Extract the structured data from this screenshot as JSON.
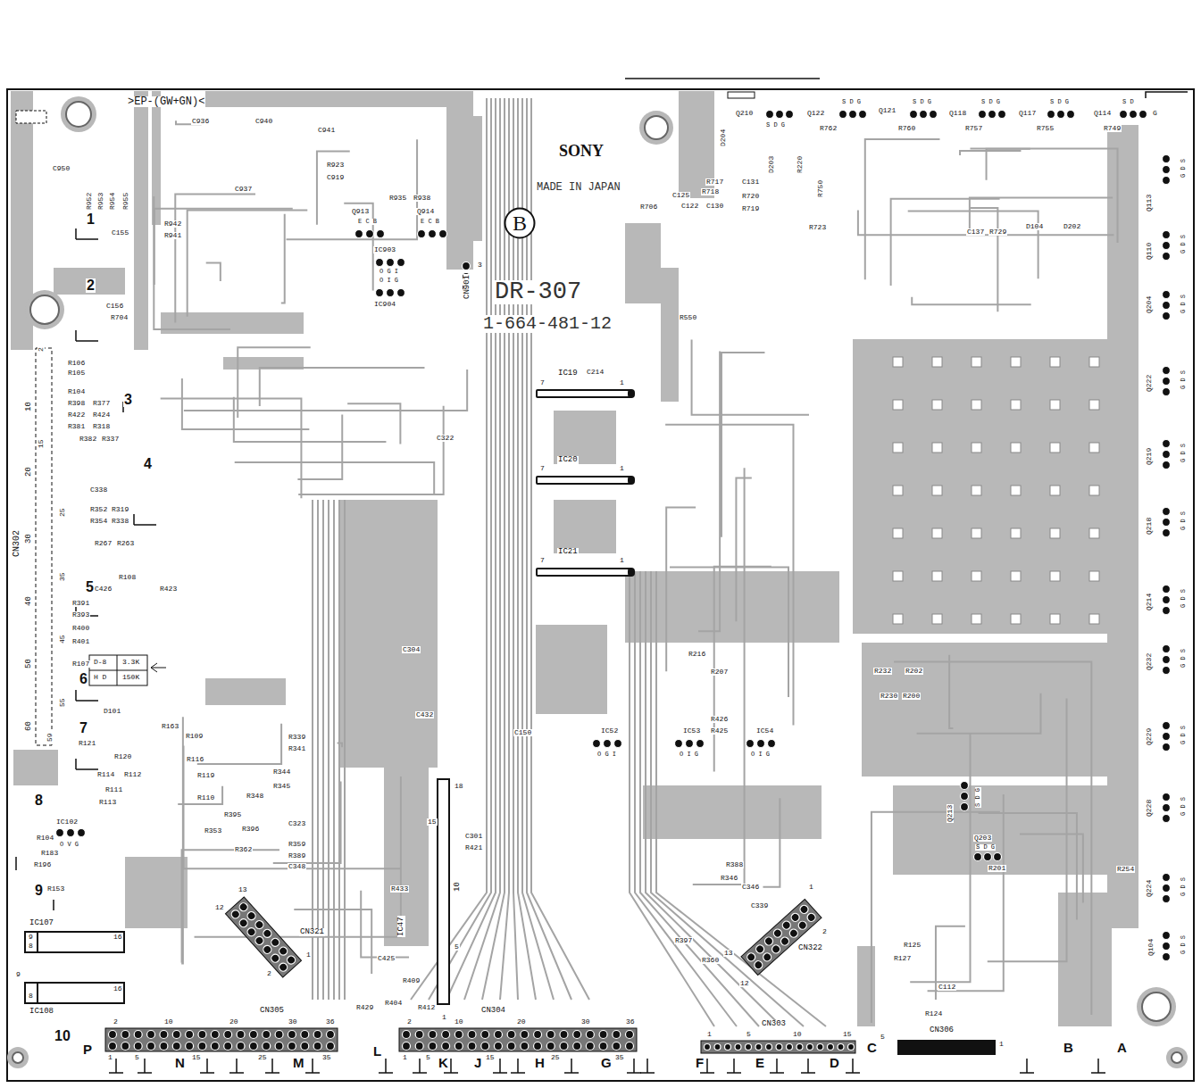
{
  "diagram": {
    "nodes": [
      {
        "text": [
          "B"
        ]
      },
      {
        "text": [
          "IC19"
        ]
      },
      {
        "text": [
          "IC20"
        ]
      },
      {
        "text": [
          "IC21"
        ]
      },
      {
        "text": [
          "IC107"
        ]
      },
      {
        "text": [
          "IC108"
        ]
      },
      {
        "text": [
          "CN306"
        ]
      }
    ],
    "labels": [
      ">EP-(GW+GN)<",
      "SONY",
      "MADE IN JAPAN",
      "DR-307",
      "1-664-481-12",
      "CN302",
      "1",
      "2",
      "3",
      "4",
      "5",
      "6",
      "7",
      "8",
      "9",
      "10",
      "P",
      "N",
      "M",
      "L",
      "K",
      "J",
      "H",
      "G",
      "F",
      "E",
      "D",
      "C",
      "B",
      "A",
      "CN305",
      "CN304",
      "CN303",
      "CN321",
      "CN322",
      "CN901",
      "2",
      "10",
      "20",
      "30",
      "36",
      "1",
      "5",
      "15",
      "25",
      "35",
      "2",
      "10",
      "20",
      "30",
      "36",
      "1",
      "5",
      "15",
      "25",
      "35",
      "1",
      "5",
      "10",
      "15",
      "5",
      "1",
      "7",
      "1",
      "7",
      "1",
      "7",
      "1",
      "Q210",
      "S D G",
      "Q122",
      "S D G",
      "Q121",
      "S D G",
      "Q118",
      "S D G",
      "Q117",
      "S D G",
      "Q114",
      "S D",
      "G",
      "Q113",
      "Q110",
      "Q204",
      "Q222",
      "Q219",
      "Q218",
      "Q214",
      "Q232",
      "Q229",
      "Q228",
      "Q224",
      "Q104",
      "G D S",
      "G D S",
      "G D S",
      "G D S",
      "G D S",
      "G D S",
      "G D S",
      "G D S",
      "G D S",
      "G D S",
      "G D S",
      "G D S",
      "Q913",
      "E C B",
      "Q914",
      "E C B",
      "IC903",
      "O G I",
      "O I G",
      "IC904",
      "IC52",
      "O G I",
      "IC53",
      "O I G",
      "IC54",
      "O I G",
      "IC102",
      "O V G",
      "9",
      "8",
      "16",
      "9",
      "8",
      "16",
      "IC47",
      "18",
      "15",
      "10",
      "5",
      "1",
      "Q213",
      "S D G",
      "Q203",
      "S D G",
      "D-8",
      "3.3K",
      "H D",
      "150K",
      "2",
      "10",
      "15",
      "20",
      "25",
      "30",
      "35",
      "40",
      "45",
      "50",
      "55",
      "60",
      "59",
      "13",
      "12",
      "2",
      "1",
      "1",
      "2",
      "13",
      "12",
      "3",
      "C950",
      "C155",
      "C156",
      "R704",
      "R106",
      "R105",
      "R104",
      "R398",
      "R422",
      "R381",
      "R377",
      "R424",
      "R318",
      "R382",
      "R337",
      "C338",
      "R352",
      "R319",
      "R354",
      "R338",
      "R267",
      "R263",
      "R108",
      "C426",
      "R423",
      "R391",
      "R393",
      "R400",
      "R401",
      "R107",
      "D101",
      "R121",
      "R120",
      "R114",
      "R112",
      "R111",
      "R113",
      "R104",
      "R183",
      "R196",
      "R153",
      "R163",
      "R109",
      "R116",
      "R119",
      "R110",
      "R339",
      "R341",
      "R344",
      "R345",
      "R348",
      "R395",
      "R396",
      "R353",
      "R362",
      "C323",
      "R359",
      "R389",
      "C348",
      "C936",
      "C940",
      "C941",
      "R923",
      "C919",
      "R935",
      "R938",
      "C937",
      "R942",
      "R941",
      "C125",
      "R706",
      "R717",
      "R718",
      "C131",
      "R720",
      "R719",
      "C130",
      "C122",
      "R723",
      "R762",
      "R760",
      "R757",
      "R755",
      "R749",
      "C137",
      "R729",
      "D104",
      "D202",
      "R550",
      "C214",
      "R232",
      "R202",
      "R230",
      "R200",
      "R426",
      "R425",
      "R201",
      "R388",
      "R346",
      "C346",
      "C339",
      "R397",
      "R360",
      "R254",
      "R124",
      "R125",
      "R127",
      "C112",
      "C432",
      "C150",
      "C304",
      "C322",
      "C301",
      "R421",
      "R433",
      "R409",
      "R404",
      "R412",
      "R429",
      "C425",
      "R216",
      "R207",
      "R952",
      "R953",
      "R954",
      "R955",
      "D204",
      "D203",
      "R220",
      "R750"
    ]
  }
}
